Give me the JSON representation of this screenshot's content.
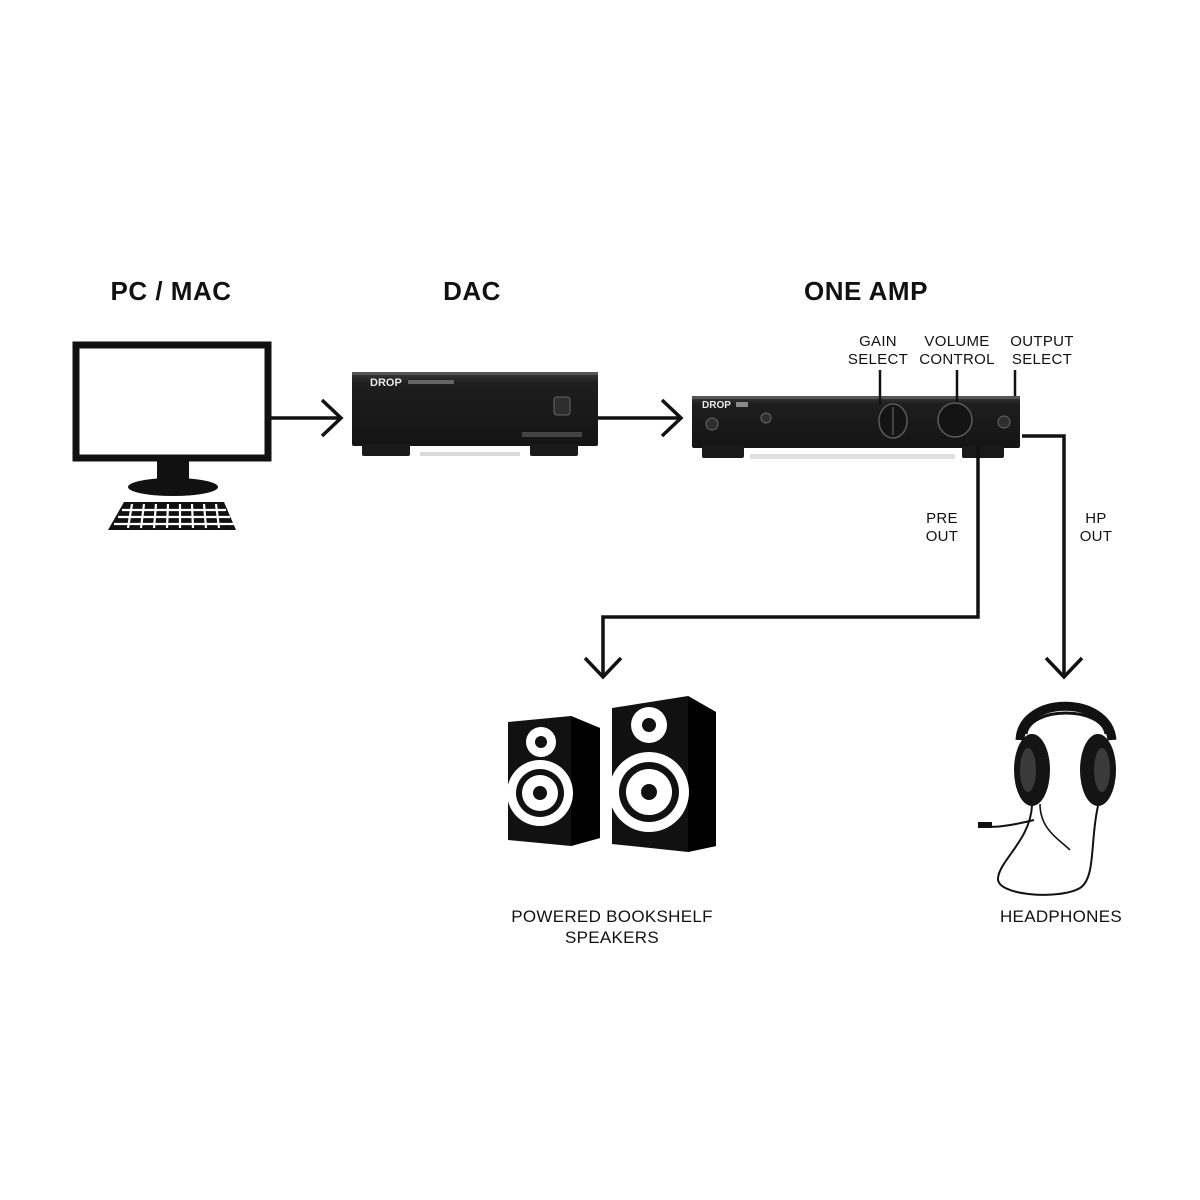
{
  "headings": {
    "pc": "PC / MAC",
    "dac": "DAC",
    "amp": "ONE AMP"
  },
  "amp_controls": {
    "gain": [
      "GAIN",
      "SELECT"
    ],
    "volume": [
      "VOLUME",
      "CONTROL"
    ],
    "output": [
      "OUTPUT",
      "SELECT"
    ]
  },
  "outputs": {
    "pre_out": [
      "PRE",
      "OUT"
    ],
    "hp_out": [
      "HP",
      "OUT"
    ]
  },
  "devices": {
    "speakers": [
      "POWERED BOOKSHELF",
      "SPEAKERS"
    ],
    "headphones": "HEADPHONES"
  },
  "brand": {
    "dac_logo": "DROP",
    "amp_logo": "DROP"
  },
  "colors": {
    "ink": "#111111",
    "device": "#1c1c1c",
    "background": "#ffffff"
  }
}
